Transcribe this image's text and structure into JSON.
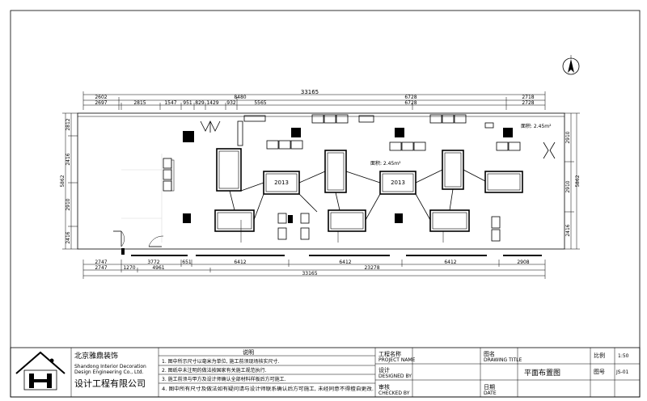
{
  "plan": {
    "north_symbol": "north-arrow-icon",
    "dims_top": {
      "overall": "33165",
      "upper": [
        "2602",
        "8480",
        "6728",
        "2718"
      ],
      "lower": [
        "2697",
        "2815",
        "1547",
        "951",
        "829",
        "1429",
        "932",
        "5565",
        "6728",
        "2728"
      ]
    },
    "dims_bottom": {
      "overall": "33165",
      "upper": [
        "2747",
        "3772",
        "651",
        "6412",
        "6412",
        "6412",
        "2908"
      ],
      "lower": [
        "2747",
        "1270",
        "4961",
        "23278"
      ]
    },
    "dims_left": [
      "5862",
      "2812",
      "2416",
      "2910",
      "2416"
    ],
    "dims_right": [
      "5862",
      "2910",
      "2910",
      "2416"
    ],
    "room_labels": [
      "2013",
      "2013"
    ],
    "area_labels": [
      "面积: 2.45m²",
      "面积: 2.45m²"
    ]
  },
  "title_block": {
    "logo": "house-logo-icon",
    "company_cn": "北京雅鼎装饰",
    "company_en_1": "Shandong Interior Decoration",
    "company_en_2": "Design Engineering Co., Ltd.",
    "company_full": "设计工程有限公司",
    "notes_title": "说明",
    "notes": [
      "1. 图中所示尺寸以毫米为单位, 施工前须现场核实尺寸.",
      "2. 图纸中未注明的做法按国家有关施工规范执行.",
      "3. 施工前须与甲方及设计师确认全部材料样板后方可施工.",
      "4. 图中所有尺寸及做法如有疑问请与设计师联系确认后方可施工, 未经同意不得擅自更改."
    ],
    "project_label": "工程名称",
    "project_en": "PROJECT NAME",
    "designer_label": "设计",
    "designer_en": "DESIGNED BY",
    "check_label": "审核",
    "check_en": "CHECKED BY",
    "drawing_label": "图名",
    "drawing_en": "DRAWING TITLE",
    "drawing_name": "平面布置图",
    "scale_label": "比例",
    "scale_value": "1:50",
    "sheet_label": "图号",
    "sheet_value": "JS-01",
    "date_label": "日期",
    "date_en": "DATE"
  }
}
